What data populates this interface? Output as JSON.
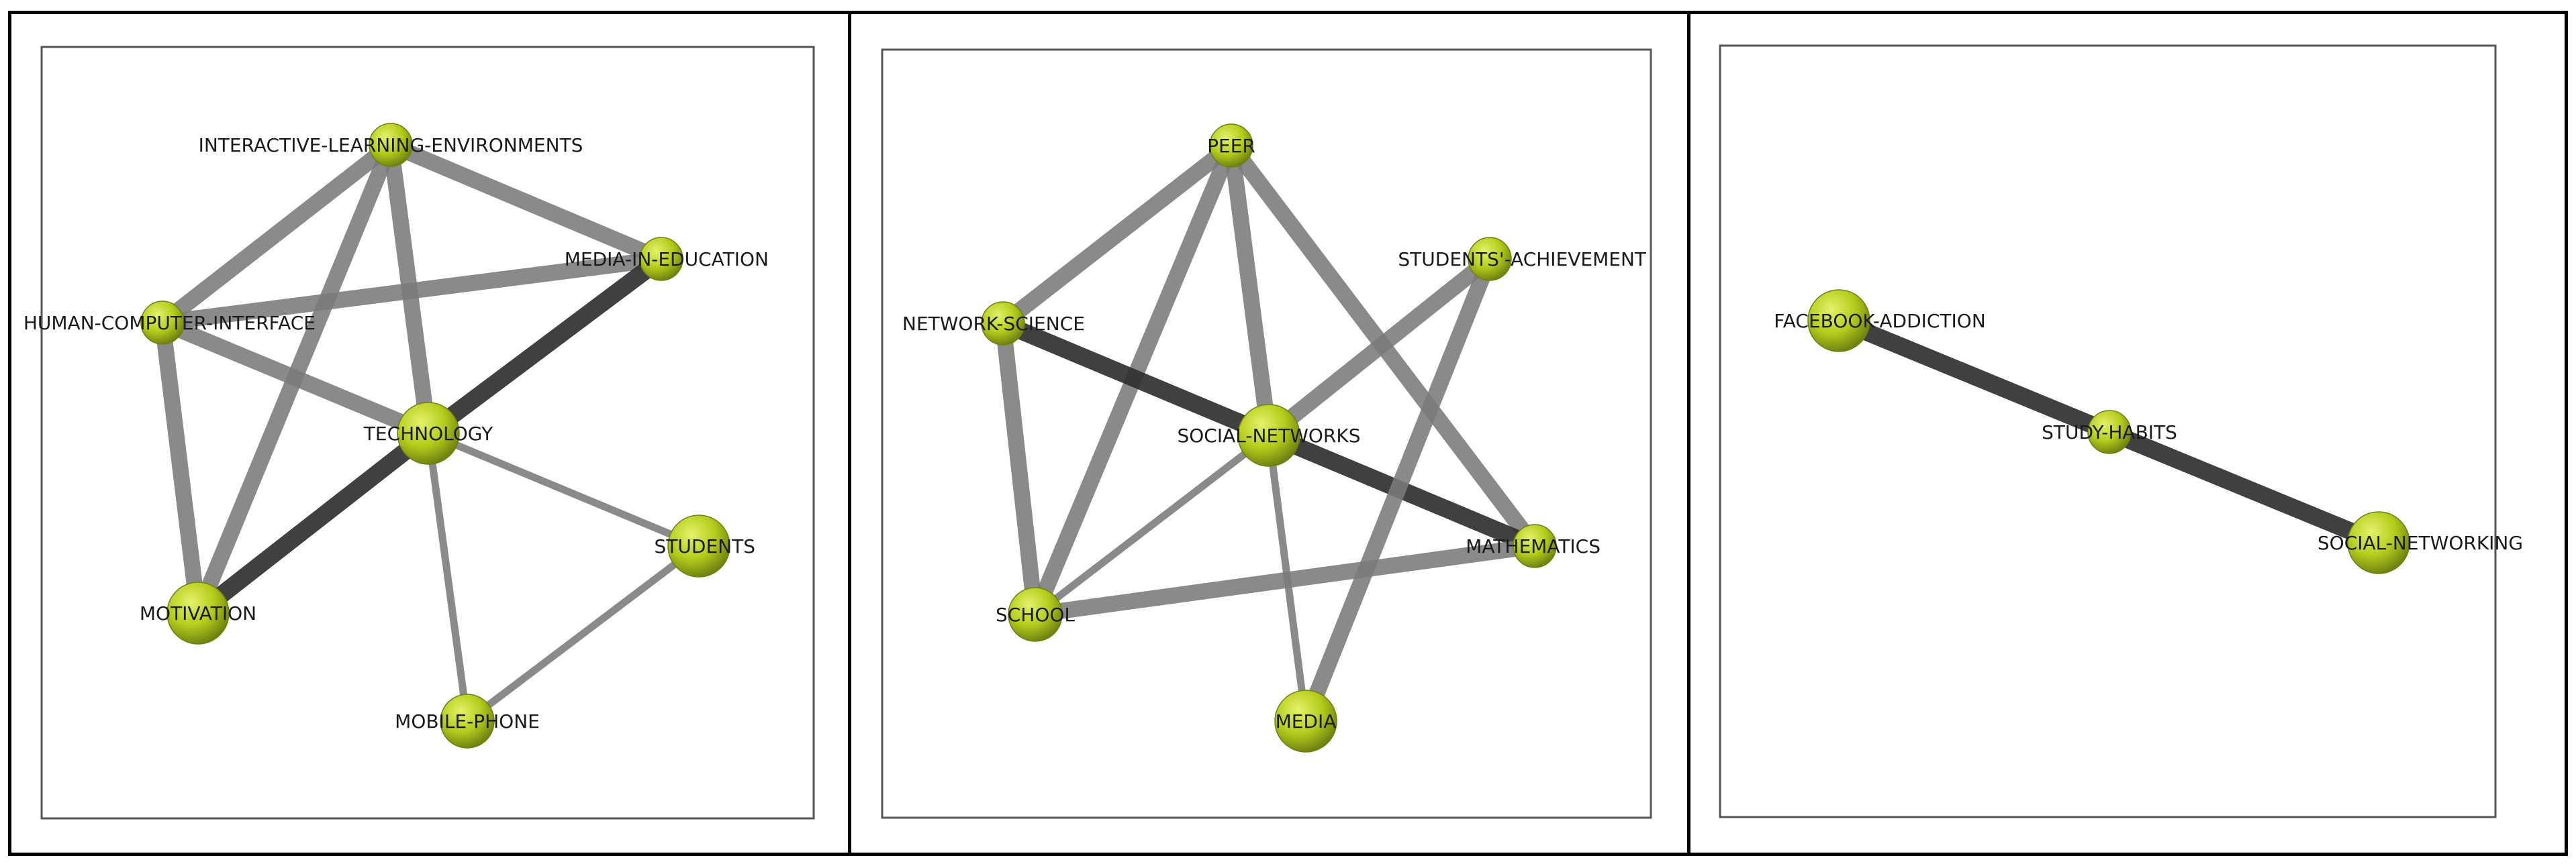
{
  "panels": [
    {
      "nodes": [
        {
          "id": "ile",
          "label": "INTERACTIVE-LEARNING-ENVIRONMENTS",
          "size": 1
        },
        {
          "id": "mie",
          "label": "MEDIA-IN-EDUCATION",
          "size": 1
        },
        {
          "id": "hci",
          "label": "HUMAN-COMPUTER-INTERFACE",
          "size": 1
        },
        {
          "id": "tech",
          "label": "TECHNOLOGY",
          "size": 2
        },
        {
          "id": "stud",
          "label": "STUDENTS",
          "size": 2
        },
        {
          "id": "mot",
          "label": "MOTIVATION",
          "size": 2
        },
        {
          "id": "mob",
          "label": "MOBILE-PHONE",
          "size": 1.5
        }
      ],
      "edges": [
        {
          "source": "ile",
          "target": "mie",
          "weight": 2
        },
        {
          "source": "ile",
          "target": "hci",
          "weight": 2
        },
        {
          "source": "ile",
          "target": "tech",
          "weight": 2
        },
        {
          "source": "ile",
          "target": "mot",
          "weight": 2
        },
        {
          "source": "hci",
          "target": "mie",
          "weight": 2
        },
        {
          "source": "hci",
          "target": "tech",
          "weight": 2
        },
        {
          "source": "hci",
          "target": "mot",
          "weight": 2
        },
        {
          "source": "tech",
          "target": "mie",
          "weight": 4
        },
        {
          "source": "tech",
          "target": "mot",
          "weight": 4
        },
        {
          "source": "tech",
          "target": "stud",
          "weight": 1
        },
        {
          "source": "tech",
          "target": "mob",
          "weight": 1
        },
        {
          "source": "stud",
          "target": "mob",
          "weight": 1
        }
      ]
    },
    {
      "nodes": [
        {
          "id": "peer",
          "label": "PEER",
          "size": 1
        },
        {
          "id": "sa",
          "label": "STUDENTS'-ACHIEVEMENT",
          "size": 1
        },
        {
          "id": "ns",
          "label": "NETWORK-SCIENCE",
          "size": 1
        },
        {
          "id": "sn",
          "label": "SOCIAL-NETWORKS",
          "size": 2
        },
        {
          "id": "math",
          "label": "MATHEMATICS",
          "size": 1
        },
        {
          "id": "school",
          "label": "SCHOOL",
          "size": 1.5
        },
        {
          "id": "media",
          "label": "MEDIA",
          "size": 2
        }
      ],
      "edges": [
        {
          "source": "peer",
          "target": "ns",
          "weight": 2
        },
        {
          "source": "peer",
          "target": "sn",
          "weight": 2
        },
        {
          "source": "peer",
          "target": "school",
          "weight": 2
        },
        {
          "source": "peer",
          "target": "math",
          "weight": 2
        },
        {
          "source": "ns",
          "target": "math",
          "weight": 4
        },
        {
          "source": "ns",
          "target": "school",
          "weight": 2
        },
        {
          "source": "sa",
          "target": "sn",
          "weight": 2
        },
        {
          "source": "sa",
          "target": "media",
          "weight": 2
        },
        {
          "source": "sn",
          "target": "school",
          "weight": 1
        },
        {
          "source": "sn",
          "target": "media",
          "weight": 1
        },
        {
          "source": "school",
          "target": "math",
          "weight": 2
        }
      ]
    },
    {
      "nodes": [
        {
          "id": "fa",
          "label": "FACEBOOK-ADDICTION",
          "size": 2
        },
        {
          "id": "sh",
          "label": "STUDY-HABITS",
          "size": 1
        },
        {
          "id": "snw",
          "label": "SOCIAL-NETWORKING",
          "size": 2
        }
      ],
      "edges": [
        {
          "source": "fa",
          "target": "sh",
          "weight": 4
        },
        {
          "source": "sh",
          "target": "snw",
          "weight": 4
        }
      ]
    }
  ],
  "colors": {
    "node_fill": "#b5cc1c",
    "node_highlight": "#e4f26a",
    "node_shadow": "#6e8010",
    "edge_light": "#7a7a7a",
    "edge_dark": "#303030"
  }
}
